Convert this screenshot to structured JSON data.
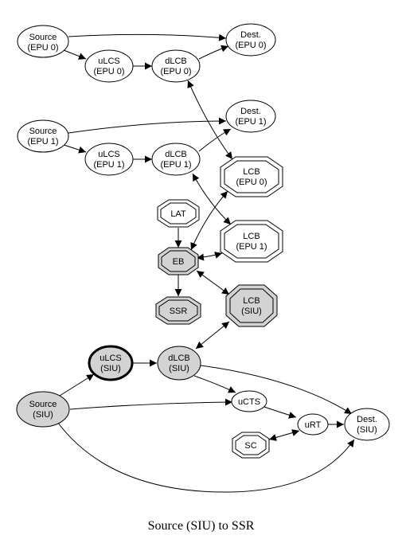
{
  "caption": "Source (SIU) to SSR",
  "colors": {
    "gray_fill": "#d3d3d3",
    "white_fill": "#ffffff",
    "stroke": "#000000"
  },
  "nodes": {
    "source_epu0": [
      "Source",
      "(EPU 0)"
    ],
    "dest_epu0": [
      "Dest.",
      "(EPU 0)"
    ],
    "ulcs_epu0": [
      "uLCS",
      "(EPU 0)"
    ],
    "dlcb_epu0": [
      "dLCB",
      "(EPU 0)"
    ],
    "source_epu1": [
      "Source",
      "(EPU 1)"
    ],
    "dest_epu1": [
      "Dest.",
      "(EPU 1)"
    ],
    "ulcs_epu1": [
      "uLCS",
      "(EPU 1)"
    ],
    "dlcb_epu1": [
      "dLCB",
      "(EPU 1)"
    ],
    "lcb_epu0": [
      "LCB",
      "(EPU 0)"
    ],
    "lat": [
      "LAT"
    ],
    "lcb_epu1": [
      "LCB",
      "(EPU 1)"
    ],
    "eb": [
      "EB"
    ],
    "ssr": [
      "SSR"
    ],
    "lcb_siu": [
      "LCB",
      "(SIU)"
    ],
    "ulcs_siu": [
      "uLCS",
      "(SIU)"
    ],
    "dlcb_siu": [
      "dLCB",
      "(SIU)"
    ],
    "source_siu": [
      "Source",
      "(SIU)"
    ],
    "ucts": [
      "uCTS"
    ],
    "urt": [
      "uRT"
    ],
    "dest_siu": [
      "Dest.",
      "(SIU)"
    ],
    "sc": [
      "SC"
    ]
  }
}
